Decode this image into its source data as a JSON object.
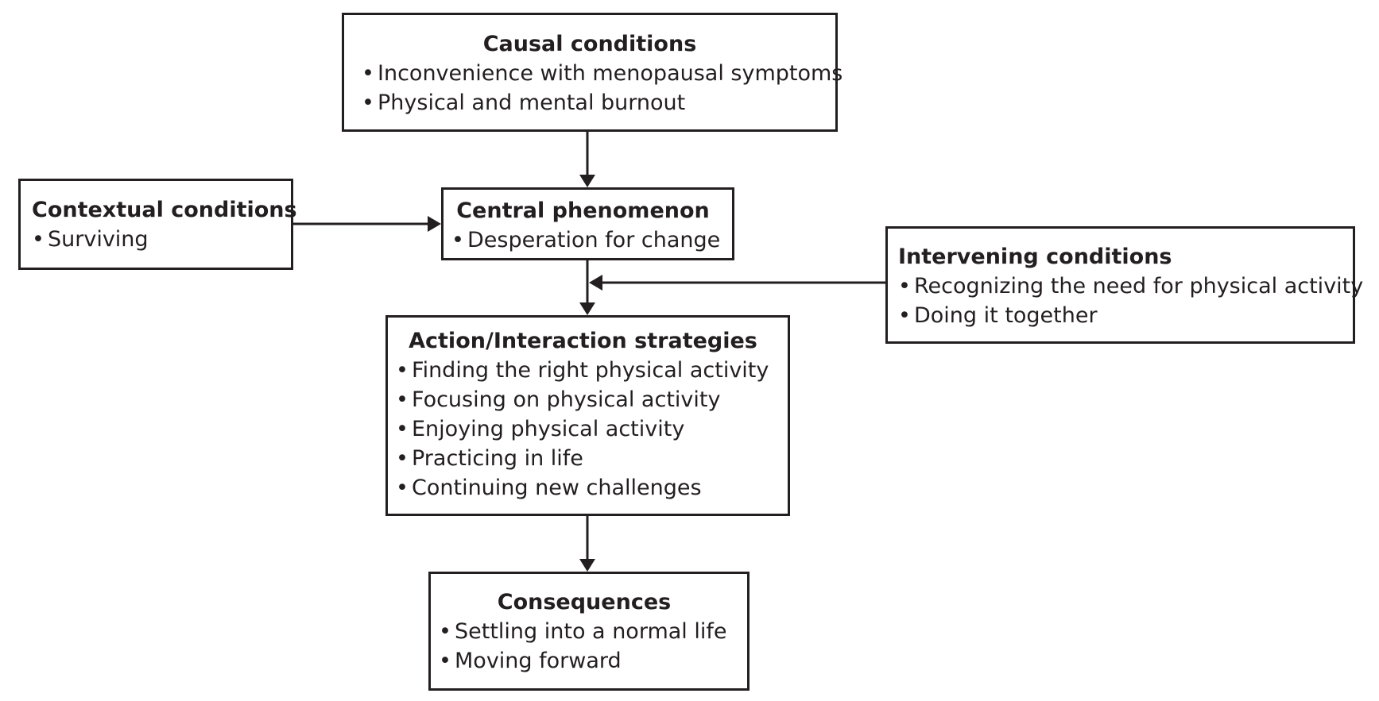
{
  "diagram": {
    "causal": {
      "title": "Causal conditions",
      "items": [
        "Inconvenience with menopausal symptoms",
        "Physical and mental burnout"
      ]
    },
    "contextual": {
      "title": "Contextual conditions",
      "items": [
        "Surviving"
      ]
    },
    "central": {
      "title": "Central phenomenon",
      "items": [
        "Desperation for change"
      ]
    },
    "intervening": {
      "title": "Intervening conditions",
      "items": [
        "Recognizing the need for physical activity",
        "Doing it together"
      ]
    },
    "action": {
      "title": "Action/Interaction strategies",
      "items": [
        "Finding the right physical activity",
        "Focusing on physical activity",
        "Enjoying physical activity",
        "Practicing in life",
        "Continuing new challenges"
      ]
    },
    "consequences": {
      "title": "Consequences",
      "items": [
        "Settling into a normal life",
        "Moving forward"
      ]
    },
    "colors": {
      "line": "#231f20",
      "background": "#ffffff"
    }
  }
}
